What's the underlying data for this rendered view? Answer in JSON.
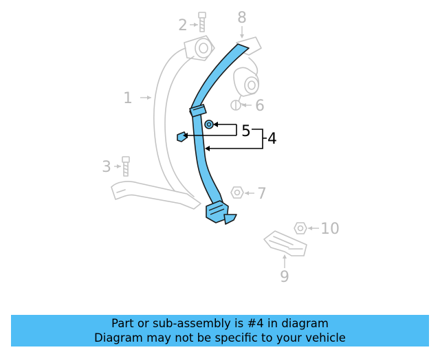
{
  "diagram": {
    "callouts": [
      "1",
      "2",
      "3",
      "4",
      "5",
      "6",
      "7",
      "8",
      "9",
      "10"
    ],
    "highlighted_part": "4"
  },
  "banner": {
    "line1": "Part or sub-assembly is #4 in diagram",
    "line2": "Diagram may not be specific to your vehicle",
    "background": "#4fbdf5"
  },
  "colors": {
    "highlight": "#6cc8f2",
    "ghost": "#c4c4c4"
  }
}
